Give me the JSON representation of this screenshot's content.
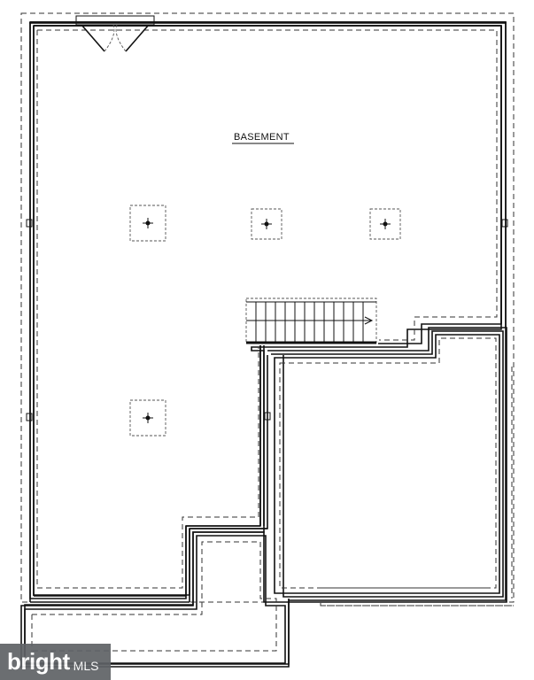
{
  "plan": {
    "room_label": "BASEMENT"
  },
  "watermark": {
    "brand": "bright",
    "suffix": "MLS"
  }
}
